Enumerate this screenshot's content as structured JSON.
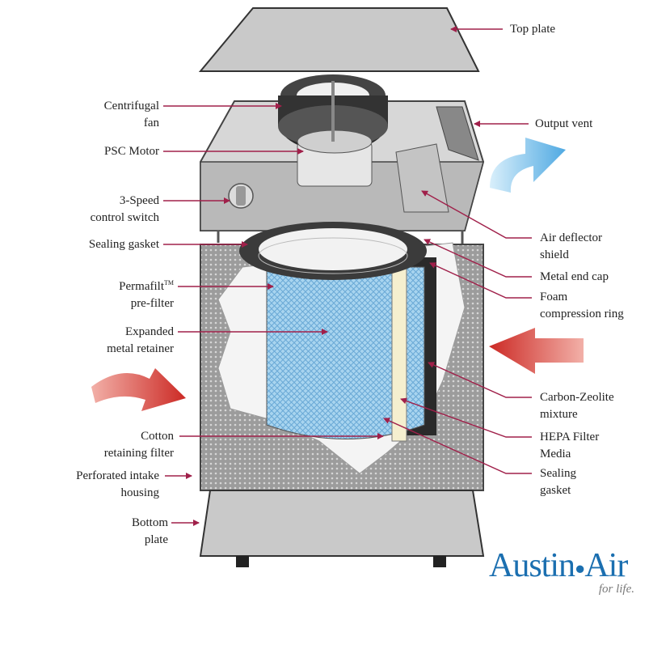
{
  "labels": {
    "top_plate": "Top plate",
    "centrifugal_fan": [
      "Centrifugal",
      "fan"
    ],
    "output_vent": "Output vent",
    "psc_motor": "PSC Motor",
    "speed_switch": [
      "3-Speed",
      "control switch"
    ],
    "air_deflector": [
      "Air deflector",
      "shield"
    ],
    "sealing_gasket_top": "Sealing gasket",
    "metal_end_cap": "Metal end cap",
    "permafilt": {
      "name": "Permafilt",
      "mark": "TM",
      "line2": "pre-filter"
    },
    "foam_ring": [
      "Foam",
      "compression ring"
    ],
    "expanded_metal": [
      "Expanded",
      "metal retainer"
    ],
    "carbon_zeolite": [
      "Carbon-Zeolite",
      "mixture"
    ],
    "hepa": [
      "HEPA Filter",
      "Media"
    ],
    "cotton": [
      "Cotton",
      "retaining filter"
    ],
    "sealing_gasket_bottom": [
      "Sealing",
      "gasket"
    ],
    "intake_housing": [
      "Perforated intake",
      "housing"
    ],
    "bottom_plate": [
      "Bottom",
      "plate"
    ]
  },
  "logo": {
    "brand_left": "Austin",
    "brand_right": "Air",
    "tagline": "for life."
  },
  "colors": {
    "leader": "#a0204a",
    "intake_arrow": "#d23a32",
    "output_arrow": "#5fb4e6",
    "plate": "#c8c8c8",
    "housing": "#a9a9a9",
    "logo_blue": "#1b6fb0"
  }
}
